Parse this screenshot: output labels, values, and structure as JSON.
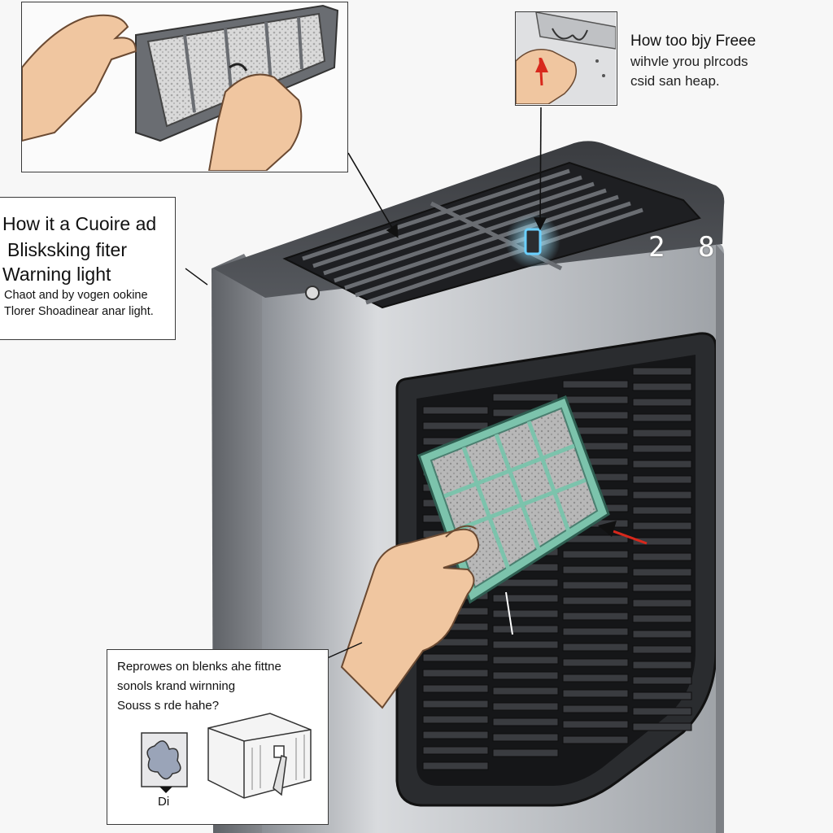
{
  "callout_left": {
    "title_lines": [
      "How it a Cuoire ad",
      "Blisksking fiter",
      "Warning light"
    ],
    "sub_lines": [
      "Chaot and by vogen ookine",
      "Tlorer Shoadinear anar light."
    ]
  },
  "callout_top_right": {
    "title": "How too bjy Freee",
    "sub_lines": [
      "wihvle yrou plrcods",
      "csid san heap."
    ]
  },
  "callout_bottom": {
    "lines": [
      "Reprowes on blenks ahe fittne",
      "sonols krand wirnning",
      "Souss s rde hahe?"
    ],
    "icon_label": "Di"
  },
  "display": {
    "readout": "2 8"
  },
  "colors": {
    "unit_body": "#c9ccd0",
    "grille": "#2b2d30",
    "filter_frame": "#7cc3ac",
    "filter_mesh": "#a9a9a9",
    "indicator_light": "#6ad0ff",
    "arrow_red": "#d8281c",
    "skin": "#f0c6a0"
  }
}
